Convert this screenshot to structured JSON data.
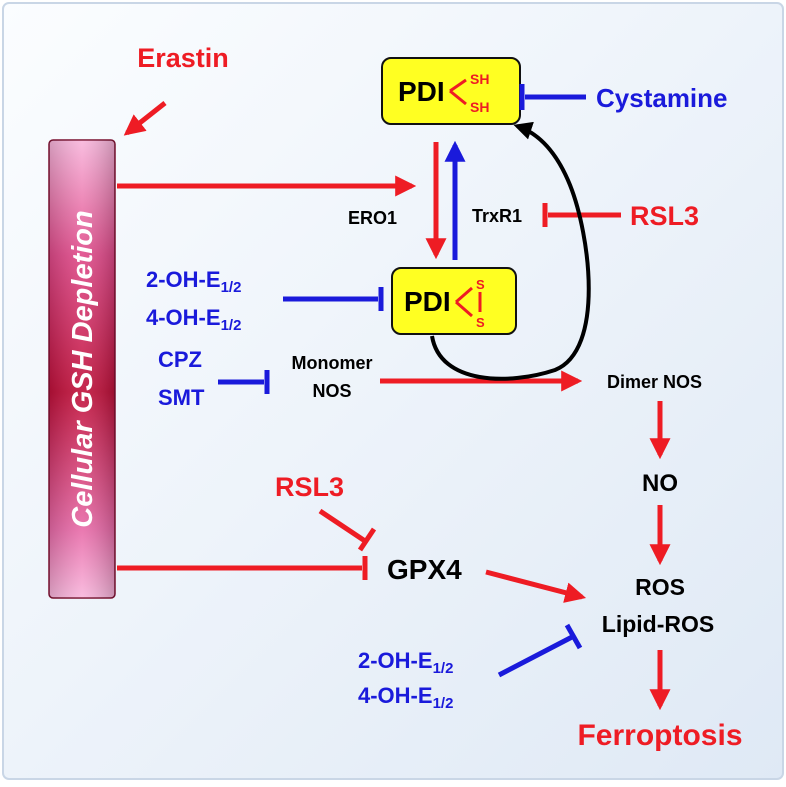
{
  "diagram": {
    "bar_label": "Cellular GSH Depletion",
    "erastin": "Erastin",
    "cystamine": "Cystamine",
    "pdi_reduced": {
      "label": "PDI",
      "group_top": "SH",
      "group_bottom": "SH"
    },
    "pdi_oxidized": {
      "label": "PDI",
      "atom_top": "S",
      "atom_bottom": "S"
    },
    "ero1": "ERO1",
    "trxr1": "TrxR1",
    "rsl3_top": "RSL3",
    "rsl3_mid": "RSL3",
    "oh_e_top_1": {
      "prefix": "2-OH-E",
      "sub": "1/2"
    },
    "oh_e_top_2": {
      "prefix": "4-OH-E",
      "sub": "1/2"
    },
    "cpz": "CPZ",
    "smt": "SMT",
    "monomer_nos_1": "Monomer",
    "monomer_nos_2": "NOS",
    "dimer_nos": "Dimer NOS",
    "no": "NO",
    "gpx4": "GPX4",
    "ros": "ROS",
    "lipid_ros": "Lipid-ROS",
    "oh_e_bot_1": {
      "prefix": "2-OH-E",
      "sub": "1/2"
    },
    "oh_e_bot_2": {
      "prefix": "4-OH-E",
      "sub": "1/2"
    },
    "ferroptosis": "Ferroptosis"
  },
  "colors": {
    "activation": "#ee1c24",
    "inhibition_blue": "#1a1adb",
    "feedback": "#000000",
    "pdi_box": "#ffff22",
    "bar_top": "#f8b6dc",
    "bar_mid": "#c0103a",
    "bar_bottom": "#f8b6dc"
  }
}
